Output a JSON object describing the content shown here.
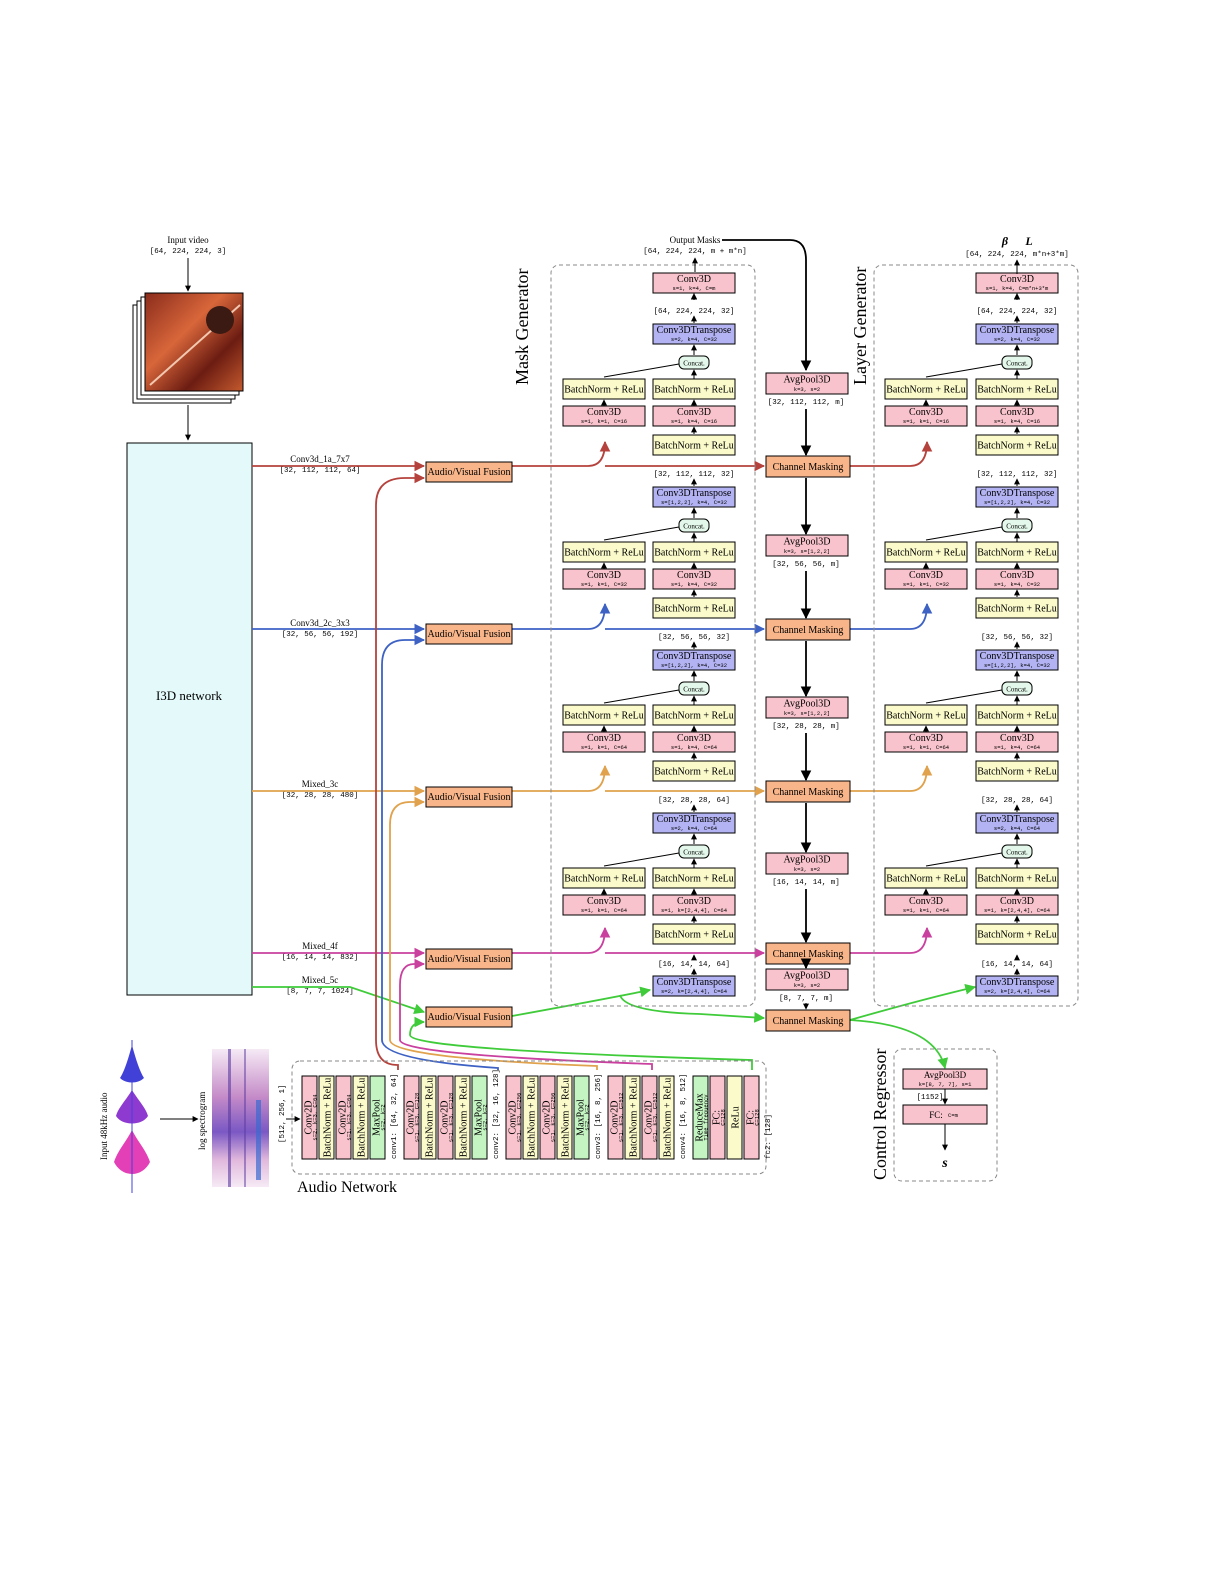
{
  "input": {
    "video_label": "Input video",
    "video_dims": "[64, 224, 224, 3]",
    "i3d_label": "I3D network",
    "audio_label": "Input 48kHz audio",
    "spectrogram_label": "log spectrogram"
  },
  "taps": [
    {
      "name": "Conv3d_1a_7x7",
      "dims": "[32, 112, 112, 64]"
    },
    {
      "name": "Conv3d_2c_3x3",
      "dims": "[32, 56, 56, 192]"
    },
    {
      "name": "Mixed_3c",
      "dims": "[32, 28, 28, 480]"
    },
    {
      "name": "Mixed_4f",
      "dims": "[16, 14, 14, 832]"
    },
    {
      "name": "Mixed_5c",
      "dims": "[8, 7, 7, 1024]"
    }
  ],
  "fusion_label": "Audio/Visual Fusion",
  "sections": {
    "mask_generator": "Mask Generator",
    "layer_generator": "Layer Generator",
    "control_regressor": "Control Regressor",
    "audio_network": "Audio Network"
  },
  "mask_gen": {
    "output_label": "Output Masks",
    "output_dims": "[64, 224, 224, m + m*n]",
    "final_conv": {
      "title": "Conv3D",
      "param": "s=1, k=4, C=m"
    },
    "stages": [
      {
        "dims": "[64, 224, 224, 32]",
        "transpose": {
          "title": "Conv3DTranspose",
          "param": "s=2, k=4, C=32"
        },
        "left_conv_param": "s=1, k=1, C=16",
        "right_conv_param": "s=1, k=4, C=16"
      },
      {
        "dims": "[32, 112, 112, 32]",
        "transpose": {
          "title": "Conv3DTranspose",
          "param": "s=[1,2,2], k=4, C=32"
        },
        "left_conv_param": "s=1, k=1, C=32",
        "right_conv_param": "s=1, k=4, C=32"
      },
      {
        "dims": "[32, 56, 56, 32]",
        "transpose": {
          "title": "Conv3DTranspose",
          "param": "s=[1,2,2], k=4, C=32"
        },
        "left_conv_param": "s=1, k=1, C=64",
        "right_conv_param": "s=1, k=4, C=64"
      },
      {
        "dims": "[32, 28, 28, 64]",
        "transpose": {
          "title": "Conv3DTranspose",
          "param": "s=2, k=4, C=64"
        },
        "left_conv_param": "s=1, k=1, C=64",
        "right_conv_param": "s=1, k=[2,4,4], C=64"
      }
    ],
    "bottom_dims": "[16, 14, 14, 64]",
    "bottom_transpose": {
      "title": "Conv3DTranspose",
      "param": "s=2, k=[2,4,4], C=64"
    }
  },
  "layer_gen": {
    "output_label_beta": "β",
    "output_label_L": "L",
    "output_dims": "[64, 224, 224, m*n+3*m]",
    "final_conv": {
      "title": "Conv3D",
      "param": "s=1, k=4, C=m*n+3*m"
    },
    "stages": [
      {
        "dims": "[64, 224, 224, 32]",
        "transpose": {
          "title": "Conv3DTranspose",
          "param": "s=2, k=4, C=32"
        },
        "left_conv_param": "s=1, k=1, C=16",
        "right_conv_param": "s=1, k=4, C=16"
      },
      {
        "dims": "[32, 112, 112, 32]",
        "transpose": {
          "title": "Conv3DTranspose",
          "param": "s=[1,2,2], k=4, C=32"
        },
        "left_conv_param": "s=1, k=1, C=32",
        "right_conv_param": "s=1, k=4, C=32"
      },
      {
        "dims": "[32, 56, 56, 32]",
        "transpose": {
          "title": "Conv3DTranspose",
          "param": "s=[1,2,2], k=4, C=32"
        },
        "left_conv_param": "s=1, k=1, C=64",
        "right_conv_param": "s=1, k=4, C=64"
      },
      {
        "dims": "[32, 28, 28, 64]",
        "transpose": {
          "title": "Conv3DTranspose",
          "param": "s=2, k=4, C=64"
        },
        "left_conv_param": "s=1, k=1, C=64",
        "right_conv_param": "s=1, k=[2,4,4], C=64"
      }
    ],
    "bottom_dims": "[16, 14, 14, 64]",
    "bottom_transpose": {
      "title": "Conv3DTranspose",
      "param": "s=2, k=[2,4,4], C=64"
    }
  },
  "block_labels": {
    "conv3d": "Conv3D",
    "bn_relu": "BatchNorm + ReLu",
    "concat": "Concat.",
    "channel_masking": "Channel Masking",
    "avgpool": "AvgPool3D"
  },
  "avgpools": [
    {
      "param": "k=3, s=2",
      "dims": "[32, 112, 112, m]"
    },
    {
      "param": "k=3, s=[1,2,2]",
      "dims": "[32, 56, 56, m]"
    },
    {
      "param": "k=3, s=[1,2,2]",
      "dims": "[32, 28, 28, m]"
    },
    {
      "param": "k=3, s=2",
      "dims": "[16, 14, 14, m]"
    },
    {
      "param": "k=3, s=2",
      "dims": "[8, 7, 7, m]"
    }
  ],
  "control": {
    "avgpool_param": "k=[8, 7, 7], s=1",
    "dims": "[1152]",
    "fc_title": "FC:",
    "fc_param": "C=m",
    "output": "s"
  },
  "audio_net": {
    "input_dims": "[512, 256, 1]",
    "blocks": [
      {
        "type": "conv",
        "title": "Conv2D",
        "param": "s=2, k=3, C=64"
      },
      {
        "type": "bn",
        "title": "BatchNorm + ReLu",
        "param": ""
      },
      {
        "type": "conv",
        "title": "Conv2D",
        "param": "s=1, k=3, C=64"
      },
      {
        "type": "bn",
        "title": "BatchNorm + ReLu",
        "param": ""
      },
      {
        "type": "pool",
        "title": "MaxPool",
        "param": "s=2, k=2"
      },
      {
        "type": "dim",
        "title": "conv1: [64, 32, 64]",
        "param": ""
      },
      {
        "type": "conv",
        "title": "Conv2D",
        "param": "s=1, k=3, C=128"
      },
      {
        "type": "bn",
        "title": "BatchNorm + ReLu",
        "param": ""
      },
      {
        "type": "conv",
        "title": "Conv2D",
        "param": "s=1, k=3, C=128"
      },
      {
        "type": "bn",
        "title": "BatchNorm + ReLu",
        "param": ""
      },
      {
        "type": "pool",
        "title": "MaxPool",
        "param": "s=2, k=2"
      },
      {
        "type": "dim",
        "title": "conv2: [32, 16, 128]",
        "param": ""
      },
      {
        "type": "conv",
        "title": "Conv2D",
        "param": "s=1, k=3, C=256"
      },
      {
        "type": "bn",
        "title": "BatchNorm + ReLu",
        "param": ""
      },
      {
        "type": "conv",
        "title": "Conv2D",
        "param": "s=1, k=3, C=256"
      },
      {
        "type": "bn",
        "title": "BatchNorm + ReLu",
        "param": ""
      },
      {
        "type": "pool",
        "title": "MaxPool",
        "param": "s=2, k=2"
      },
      {
        "type": "dim",
        "title": "conv3: [16, 8, 256]",
        "param": ""
      },
      {
        "type": "conv",
        "title": "Conv2D",
        "param": "s=1, k=3, C=512"
      },
      {
        "type": "bn",
        "title": "BatchNorm + ReLu",
        "param": ""
      },
      {
        "type": "conv",
        "title": "Conv2D",
        "param": "s=1, k=3, C=512"
      },
      {
        "type": "bn",
        "title": "BatchNorm + ReLu",
        "param": ""
      },
      {
        "type": "dim",
        "title": "conv4: [16, 8, 512]",
        "param": ""
      },
      {
        "type": "pool",
        "title": "ReduceMax",
        "param": "Time frequency"
      },
      {
        "type": "conv",
        "title": "FC:",
        "param": "C=128"
      },
      {
        "type": "bn",
        "title": "ReLu",
        "param": ""
      },
      {
        "type": "conv",
        "title": "FC:",
        "param": "C=128"
      },
      {
        "type": "dim",
        "title": "fc2: [128]",
        "param": ""
      }
    ]
  },
  "colors": {
    "red_path": "#b5423c",
    "blue_path": "#3d62c4",
    "orange_path": "#e0a24c",
    "magenta_path": "#c9409f",
    "green_path": "#3fcb3a",
    "conv_fill": "#f8c3cc",
    "bn_fill": "#fafacb",
    "transpose_fill": "#b3b3f3",
    "fusion_fill": "#f8b58a",
    "pool_fill": "#c4f4c2",
    "concat_fill": "#e3f8ea",
    "i3d_fill": "#e4fafa"
  }
}
